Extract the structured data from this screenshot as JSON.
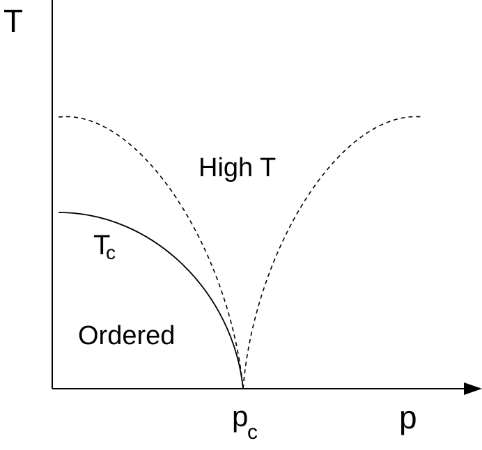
{
  "diagram": {
    "axes": {
      "y_label": "T",
      "x_label": "p",
      "x_marker_base": "p",
      "x_marker_subscript": "c"
    },
    "curves": {
      "critical_line_base": "T",
      "critical_line_subscript": "c",
      "critical_line_style": "solid",
      "crossover_lines_style": "dashed"
    },
    "regions": {
      "ordered": "Ordered",
      "high_t": "High T"
    },
    "colors": {
      "line": "#000000",
      "background": "#ffffff"
    }
  }
}
